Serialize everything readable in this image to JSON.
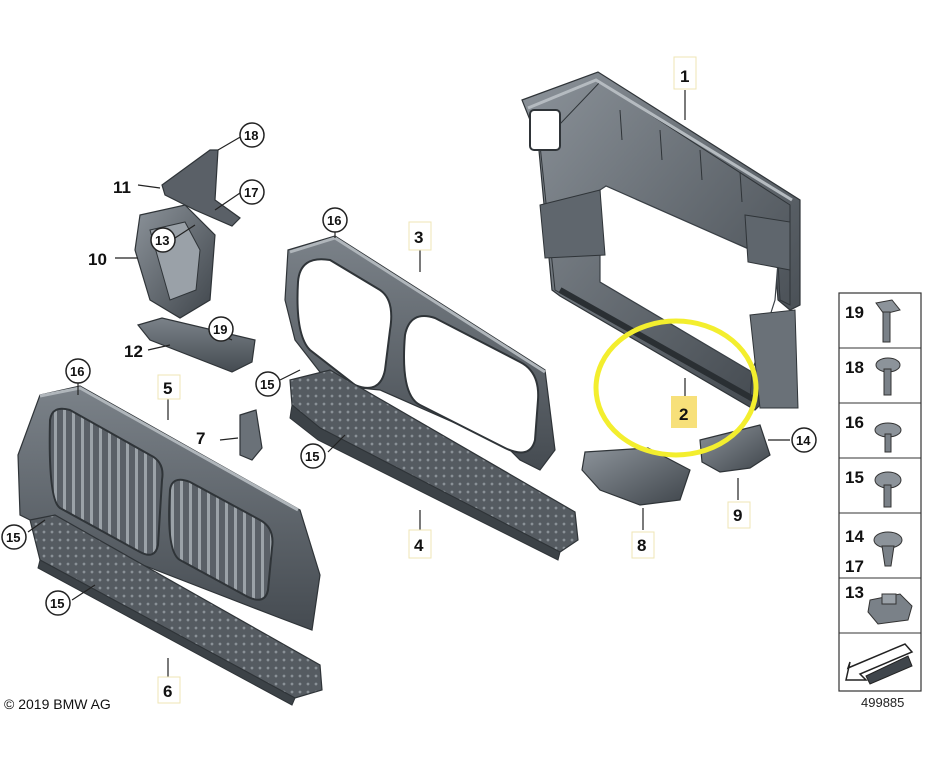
{
  "labels": {
    "p1": "1",
    "p2": "2",
    "p3": "3",
    "p4": "4",
    "p5": "5",
    "p6": "6",
    "p7": "7",
    "p8": "8",
    "p9": "9",
    "p10": "10",
    "p11": "11",
    "p12": "12",
    "c18": "18",
    "c17": "17",
    "c13": "13",
    "c19": "19",
    "c16a": "16",
    "c16b": "16",
    "c15a": "15",
    "c15b": "15",
    "c15c": "15",
    "c15d": "15",
    "c14": "14"
  },
  "legend": {
    "items": [
      "19",
      "18",
      "16",
      "15",
      "14",
      "17",
      "13"
    ]
  },
  "copyright": "© 2019 BMW AG",
  "diagram_id": "499885",
  "colors": {
    "part_dark": "#4b5158",
    "part_mid": "#6f767e",
    "part_light": "#9aa1a8",
    "highlight_ring": "#f3ee2e",
    "label_highlight": "#f7e07a"
  }
}
